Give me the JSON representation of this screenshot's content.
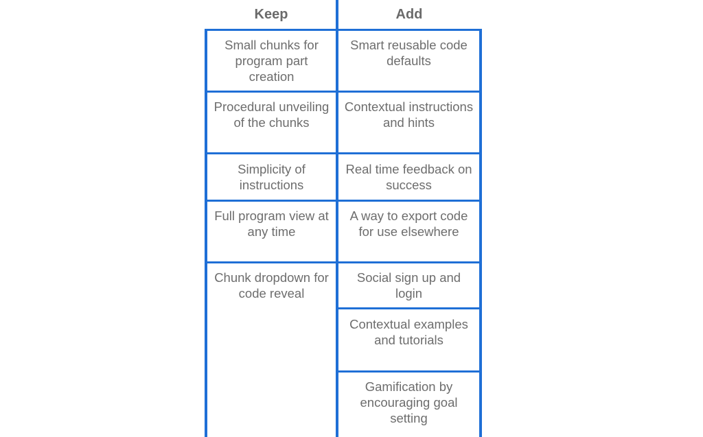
{
  "headers": {
    "keep": "Keep",
    "add": "Add"
  },
  "keep_items": [
    "Small chunks for program part creation",
    "Procedural unveiling of the chunks",
    "Simplicity of instructions",
    "Full program view at any time",
    "Chunk dropdown for code reveal"
  ],
  "add_items": [
    "Smart reusable code defaults",
    "Contextual instructions and hints",
    "Real time feedback on success",
    "A way to export code for use elsewhere",
    "Social sign up and login",
    "Contextual examples and tutorials",
    "Gamification by encouraging goal setting"
  ],
  "colors": {
    "grid_line": "#1f6fd6",
    "text": "#6d6d6d",
    "header_text": "#6a6a6a",
    "background": "#ffffff"
  }
}
